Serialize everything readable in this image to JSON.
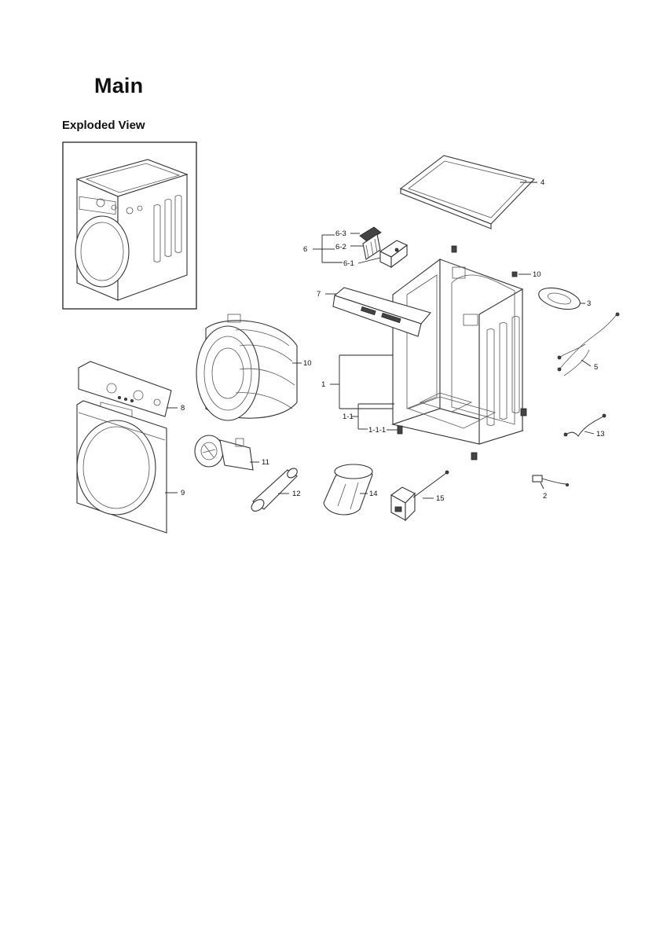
{
  "title": "Main",
  "subtitle": "Exploded View",
  "callouts": {
    "c1": "1",
    "c1_1": "1-1",
    "c1_1_1": "1-1-1",
    "c2": "2",
    "c3": "3",
    "c4": "4",
    "c5": "5",
    "c6": "6",
    "c6_1": "6-1",
    "c6_2": "6-2",
    "c6_3": "6-3",
    "c7": "7",
    "c8": "8",
    "c9": "9",
    "c10": "10",
    "c10b": "10",
    "c11": "11",
    "c12": "12",
    "c13": "13",
    "c14": "14",
    "c15": "15"
  }
}
